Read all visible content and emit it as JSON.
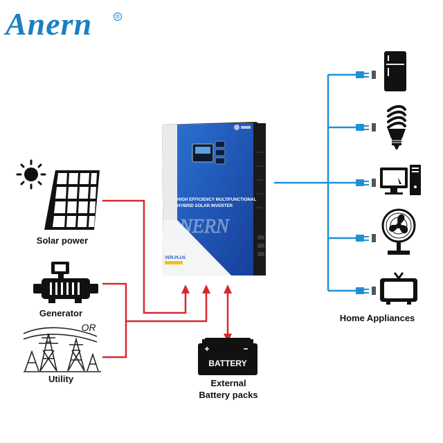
{
  "brand": {
    "logo_text": "Anern",
    "registered_mark": "®"
  },
  "sources": [
    {
      "id": "solar",
      "label": "Solar power"
    },
    {
      "id": "generator",
      "label": "Generator"
    },
    {
      "id": "or",
      "label": "OR"
    },
    {
      "id": "utility",
      "label": "Utility"
    }
  ],
  "inverter": {
    "title_line1": "HIGH EFFICIENCY MULTIFUNCTIONAL",
    "title_line2": "HYBRID SOLAR INVERTER",
    "model": "VER.PLUS",
    "watermark": "ANERN"
  },
  "battery": {
    "box_text": "BATTERY",
    "label_line1": "External",
    "label_line2": "Battery packs"
  },
  "appliances": {
    "label": "Home Appliances",
    "items": [
      "fridge",
      "light-bulb",
      "computer",
      "fan",
      "tv"
    ]
  },
  "colors": {
    "brand_blue": "#1c7fc4",
    "ac_line": "#1e90d8",
    "dc_line": "#d8272f",
    "inverter_blue": "#1f55b8"
  }
}
